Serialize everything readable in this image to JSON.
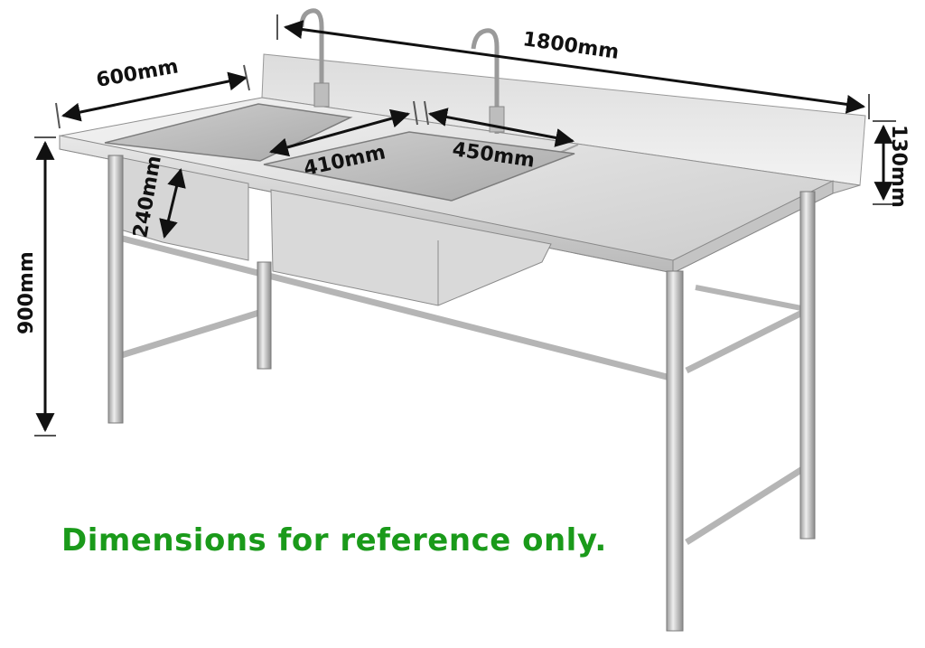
{
  "dimensions": {
    "total_length": "1800mm",
    "depth": "600mm",
    "height": "900mm",
    "backsplash": "130mm",
    "bowl_width": "410mm",
    "bowl_length": "450mm",
    "bowl_depth": "240mm"
  },
  "caption": {
    "text": "Dimensions for reference only.",
    "color": "#1a9a1a"
  },
  "icons": [
    "faucet-icon",
    "faucet-icon"
  ]
}
